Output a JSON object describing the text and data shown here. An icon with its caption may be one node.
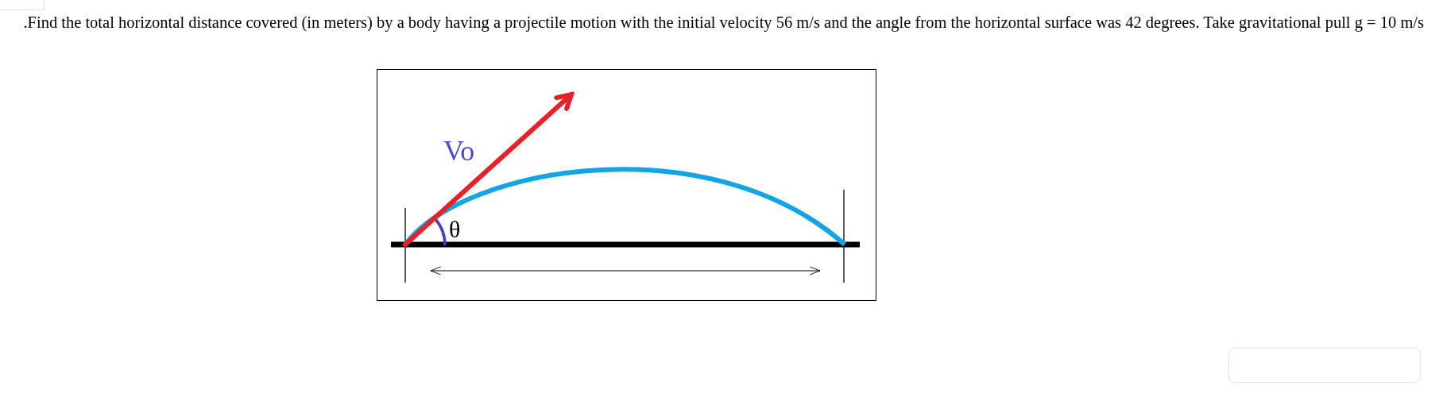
{
  "diagram": {
    "labels": [
      "Find the total horizontal distance covered (in meters) by a body having a projectile motion with the initial velocity 56 m/s and the angle from the horizontal surface was 42 degrees. Take gravitational pull g = 10 m/s.",
      "Vo",
      "θ"
    ]
  }
}
